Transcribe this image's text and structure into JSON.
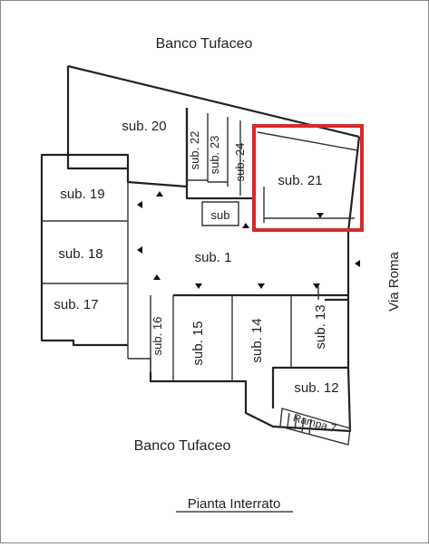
{
  "top_label": "Banco Tufaceo",
  "bottom_label": "Banco Tufaceo",
  "street_label": "Via Roma",
  "plan_title": "Pianta Interrato",
  "units": {
    "sub20": "sub. 20",
    "sub22": "sub. 22",
    "sub23": "sub. 23",
    "sub24": "sub. 24",
    "sub21": "sub. 21",
    "sub19": "sub. 19",
    "sub18": "sub. 18",
    "sub17": "sub. 17",
    "sub1": "sub. 1",
    "sub_small": "sub",
    "sub16": "sub. 16",
    "sub15": "sub. 15",
    "sub14": "sub. 14",
    "sub13": "sub. 13",
    "sub12": "sub. 12"
  },
  "stair_label": "Rampa 7",
  "colors": {
    "highlight": "#d42a2a",
    "line": "#222222"
  }
}
